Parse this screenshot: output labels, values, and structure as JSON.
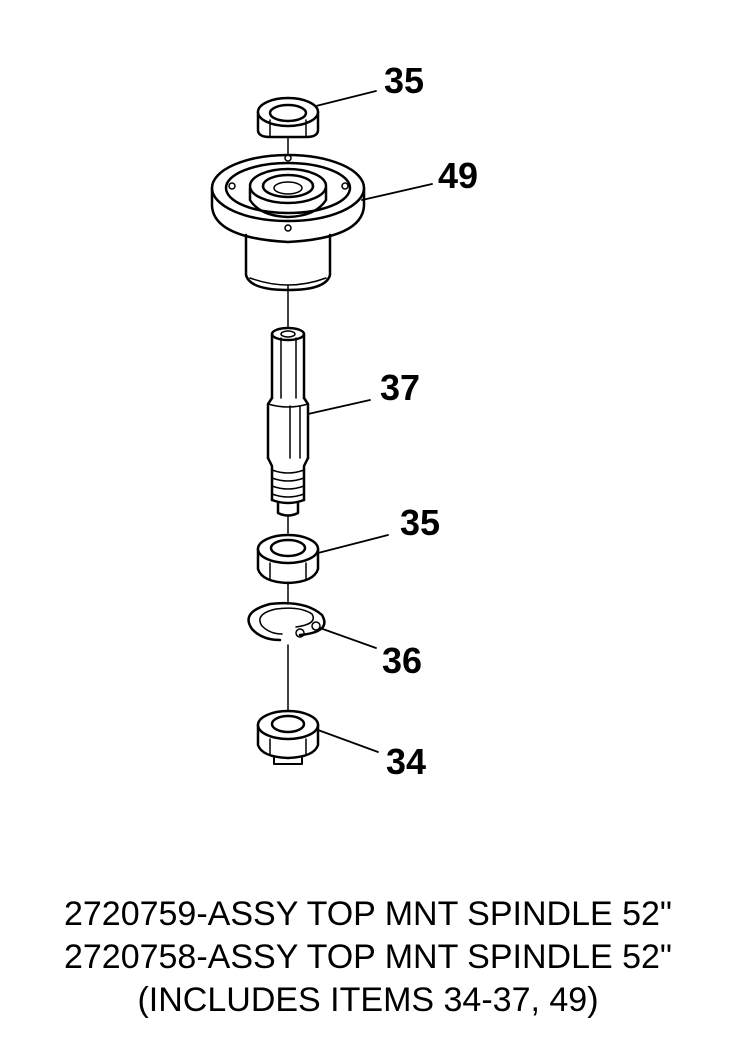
{
  "callouts": {
    "top_bearing": "35",
    "housing": "49",
    "shaft": "37",
    "lower_bearing": "35",
    "retaining_ring": "36",
    "spacer": "34"
  },
  "caption": {
    "line1": "2720759-ASSY TOP MNT SPINDLE 52\"",
    "line2": "2720758-ASSY TOP MNT SPINDLE 52\"",
    "line3": "(INCLUDES ITEMS 34-37, 49)"
  }
}
